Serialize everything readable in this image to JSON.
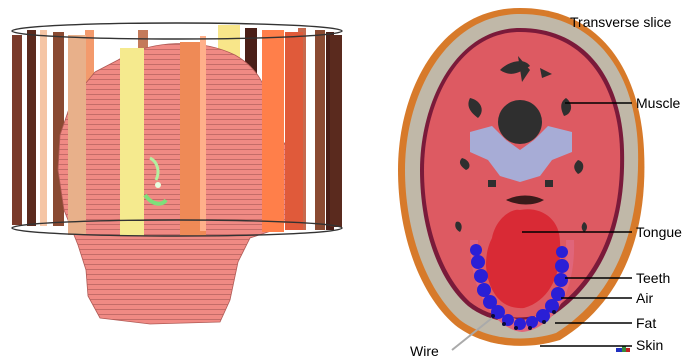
{
  "figure": {
    "panel_right_title": "Transverse slice",
    "labels": {
      "muscle": "Muscle",
      "tongue": "Tongue",
      "teeth": "Teeth",
      "air": "Air",
      "fat": "Fat",
      "skin": "Skin",
      "wire": "Wire"
    }
  },
  "colors": {
    "skin_head": "#f08a84",
    "muscle": "#dd5a62",
    "tongue": "#d92a35",
    "teeth": "#2a1fd6",
    "air": "#2f2f2f",
    "fat": "#c0b8a8",
    "bone": "#a7acd6",
    "outer_skin": "#d77a2a",
    "dark_red": "#7a1a20"
  }
}
